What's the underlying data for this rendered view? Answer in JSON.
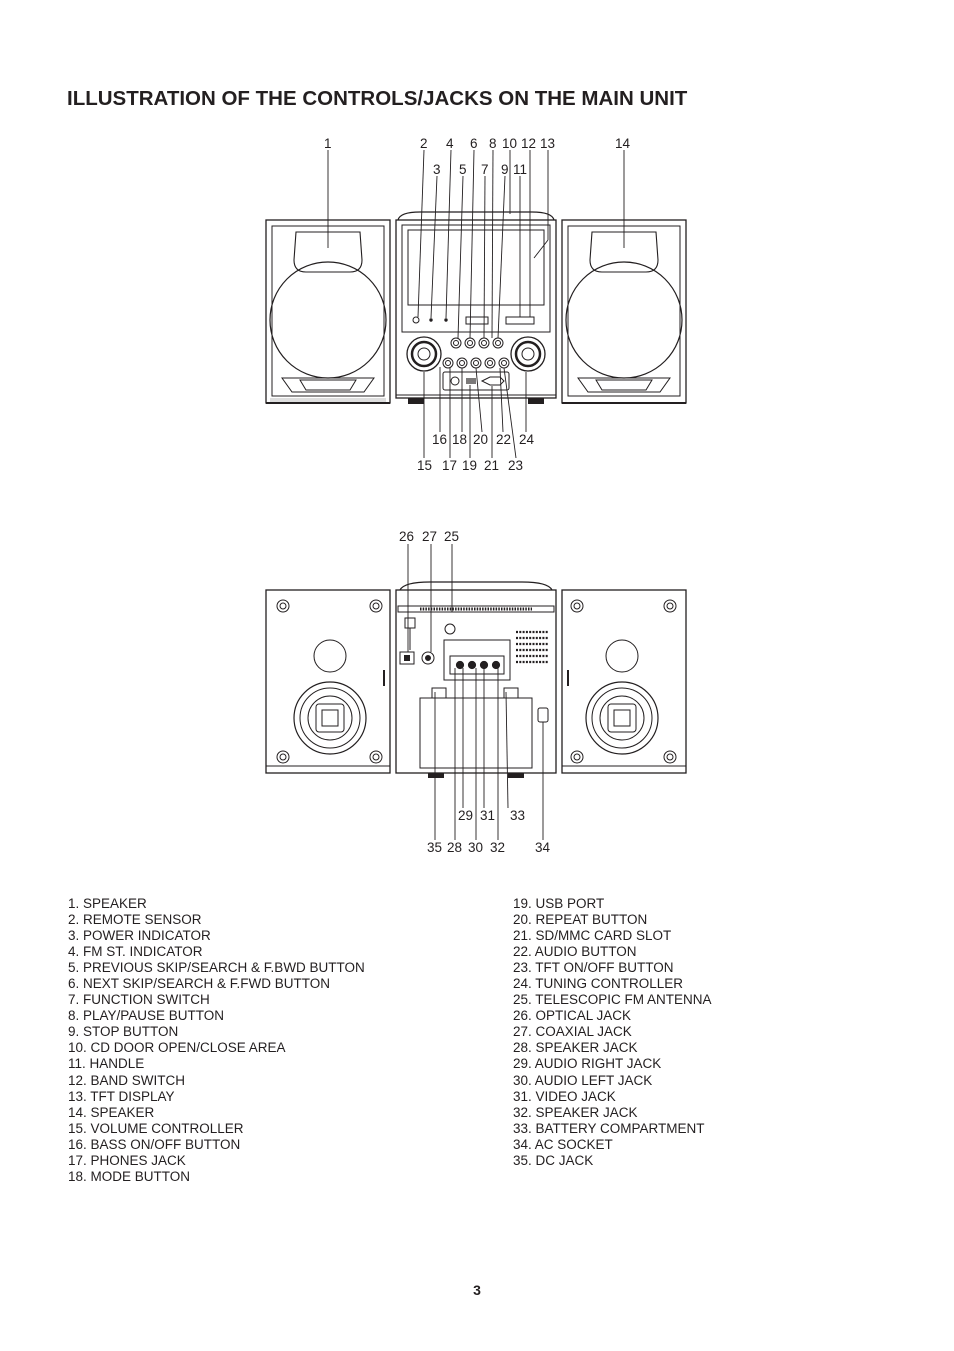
{
  "title": "ILLUSTRATION OF THE CONTROLS/JACKS ON THE MAIN UNIT",
  "front_callouts": {
    "top_row1": [
      "1",
      "2",
      "4",
      "6",
      "8",
      "10",
      "12",
      "13",
      "14"
    ],
    "top_row2": [
      "3",
      "5",
      "7",
      "9",
      "11"
    ],
    "bottom_row1": [
      "16",
      "18",
      "20",
      "22",
      "24"
    ],
    "bottom_row2": [
      "15",
      "17",
      "19",
      "21",
      "23"
    ]
  },
  "rear_callouts": {
    "top": [
      "26",
      "27",
      "25"
    ],
    "bottom_row1": [
      "29",
      "31",
      "33"
    ],
    "bottom_row2": [
      "35",
      "28",
      "30",
      "32",
      "34"
    ]
  },
  "parts_left": [
    "1. SPEAKER",
    "2. REMOTE SENSOR",
    "3. POWER INDICATOR",
    "4. FM ST. INDICATOR",
    "5. PREVIOUS SKIP/SEARCH & F.BWD BUTTON",
    "6. NEXT SKIP/SEARCH & F.FWD BUTTON",
    "7. FUNCTION SWITCH",
    "8. PLAY/PAUSE BUTTON",
    "9. STOP BUTTON",
    "10. CD DOOR OPEN/CLOSE AREA",
    "11. HANDLE",
    "12. BAND SWITCH",
    "13. TFT DISPLAY",
    "14. SPEAKER",
    "15. VOLUME CONTROLLER",
    "16. BASS ON/OFF BUTTON",
    "17. PHONES JACK",
    "18. MODE BUTTON"
  ],
  "parts_right": [
    "19. USB PORT",
    "20. REPEAT BUTTON",
    "21. SD/MMC CARD SLOT",
    "22. AUDIO BUTTON",
    "23. TFT ON/OFF BUTTON",
    "24. TUNING CONTROLLER",
    "25. TELESCOPIC FM ANTENNA",
    "26. OPTICAL JACK",
    "27. COAXIAL JACK",
    "28. SPEAKER JACK",
    "29. AUDIO RIGHT JACK",
    "30. AUDIO LEFT JACK",
    "31. VIDEO JACK",
    "32. SPEAKER JACK",
    "33. BATTERY COMPARTMENT",
    "34. AC SOCKET",
    "35. DC JACK"
  ],
  "page_number": "3"
}
